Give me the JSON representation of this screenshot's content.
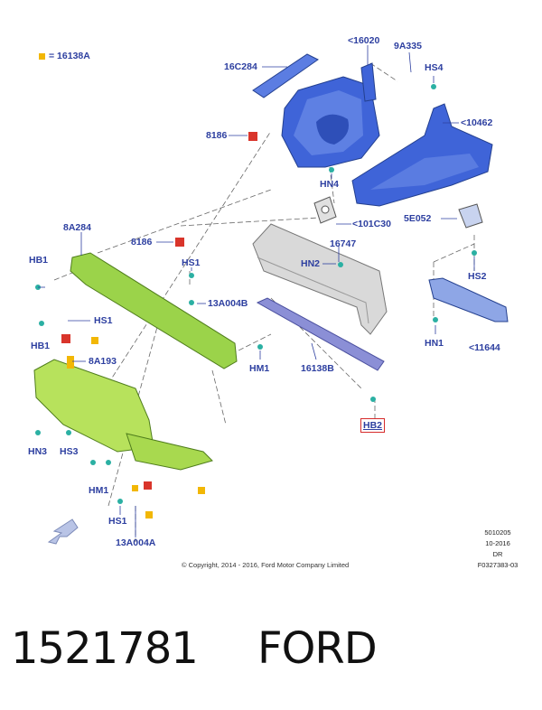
{
  "legend": {
    "text": "= 16138A",
    "color": "#f2b705"
  },
  "callouts": {
    "c16020": "<16020",
    "c9A335": "9A335",
    "cHS4": "HS4",
    "c16C284": "16C284",
    "c10462": "<10462",
    "c8186a": "8186",
    "cHN4": "HN4",
    "c5E052": "5E052",
    "c101C30": "<101C30",
    "c8A284": "8A284",
    "c8186b": "8186",
    "c16747": "16747",
    "cHB1a": "HB1",
    "cHS1a": "HS1",
    "cHN2": "HN2",
    "cHS2": "HS2",
    "c13A004B": "13A004B",
    "cHS1b": "HS1",
    "cHB1b": "HB1",
    "cHN1": "HN1",
    "c11644": "<11644",
    "c8A193": "8A193",
    "cHM1a": "HM1",
    "c16138B": "16138B",
    "cHB2": "HB2",
    "cHN3": "HN3",
    "cHS3": "HS3",
    "cHM1b": "HM1",
    "cHS1c": "HS1",
    "c13A004A": "13A004A"
  },
  "copyright": "© Copyright, 2014 - 2016, Ford Motor Company Limited",
  "reference": {
    "line1": "5010205",
    "line2": "10-2016",
    "line3": "DR",
    "line4": "F0327383-03"
  },
  "footer": {
    "part_number": "1521781",
    "brand": "FORD"
  },
  "colors": {
    "blue_part": "#3f64d8",
    "green_part": "#9bd34a",
    "grey_part": "#d9d9d9",
    "fastener": "#2bb0a3",
    "red_part": "#d9352b",
    "label": "#2d3fa0"
  }
}
